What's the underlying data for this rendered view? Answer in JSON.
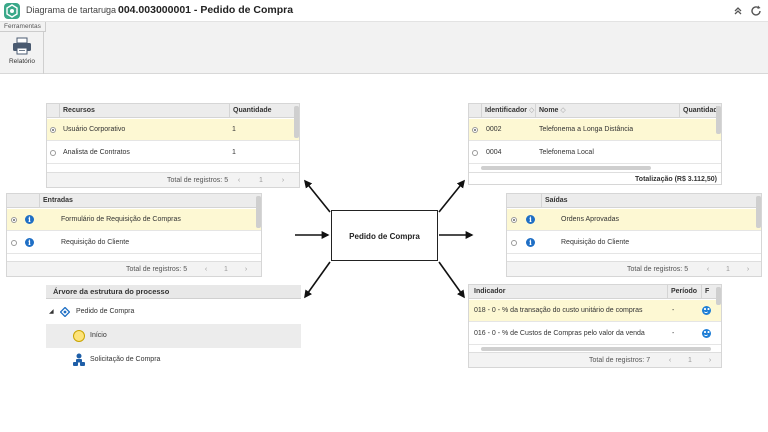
{
  "header": {
    "app_name": "Diagrama de tartaruga",
    "separator": "›",
    "title": "004.003000001 - Pedido de Compra",
    "collapse_icon": "double-chevron-up-icon",
    "refresh_icon": "refresh-icon"
  },
  "ribbon": {
    "tab_label": "Ferramentas",
    "report_label": "Relatório",
    "report_icon": "printer-icon"
  },
  "center": {
    "label": "Pedido de Compra"
  },
  "recursos": {
    "columns": [
      "Recursos",
      "Quantidade"
    ],
    "rows": [
      {
        "name": "Usuário Corporativo",
        "qty": "1",
        "selected": true
      },
      {
        "name": "Analista de Contratos",
        "qty": "1",
        "selected": false
      }
    ],
    "total": "Total de registros: 5",
    "page": "1"
  },
  "custos": {
    "columns": [
      "Identificador",
      "Nome",
      "Quantidade"
    ],
    "sort_icon": "◇",
    "rows": [
      {
        "id": "0002",
        "name": "Telefonema a Longa Distância",
        "selected": true
      },
      {
        "id": "0004",
        "name": "Telefonema Local",
        "selected": false
      }
    ],
    "totalizacao": "Totalização (R$ 3.112,50)"
  },
  "entradas": {
    "columns": [
      "Entradas"
    ],
    "rows": [
      {
        "name": "Formulário de Requisição de Compras",
        "selected": true
      },
      {
        "name": "Requisição do Cliente",
        "selected": false
      }
    ],
    "total": "Total de registros: 5",
    "page": "1"
  },
  "saidas": {
    "columns": [
      "Saídas"
    ],
    "rows": [
      {
        "name": "Ordens Aprovadas",
        "selected": true
      },
      {
        "name": "Requisição do Cliente",
        "selected": false
      }
    ],
    "total": "Total de registros: 5",
    "page": "1"
  },
  "indicadores": {
    "columns": [
      "Indicador",
      "Período",
      "F"
    ],
    "rows": [
      {
        "name": "018 - 0 - % da transação do custo unitário de compras",
        "period": "-",
        "selected": true
      },
      {
        "name": "016 - 0 - % de Custos de Compras pelo valor da venda",
        "period": "-",
        "selected": false
      }
    ],
    "total": "Total de registros: 7",
    "page": "1"
  },
  "tree": {
    "title": "Árvore da estrutura do processo",
    "root": "Pedido de Compra",
    "items": [
      {
        "label": "Início"
      },
      {
        "label": "Solicitação de Compra"
      }
    ]
  },
  "pager": {
    "first": "«",
    "prev": "‹",
    "next": "›",
    "last": "»"
  },
  "colors": {
    "accent": "#3aa889",
    "selected_row": "#fdf8d3",
    "info_blue": "#1f6fc5"
  }
}
